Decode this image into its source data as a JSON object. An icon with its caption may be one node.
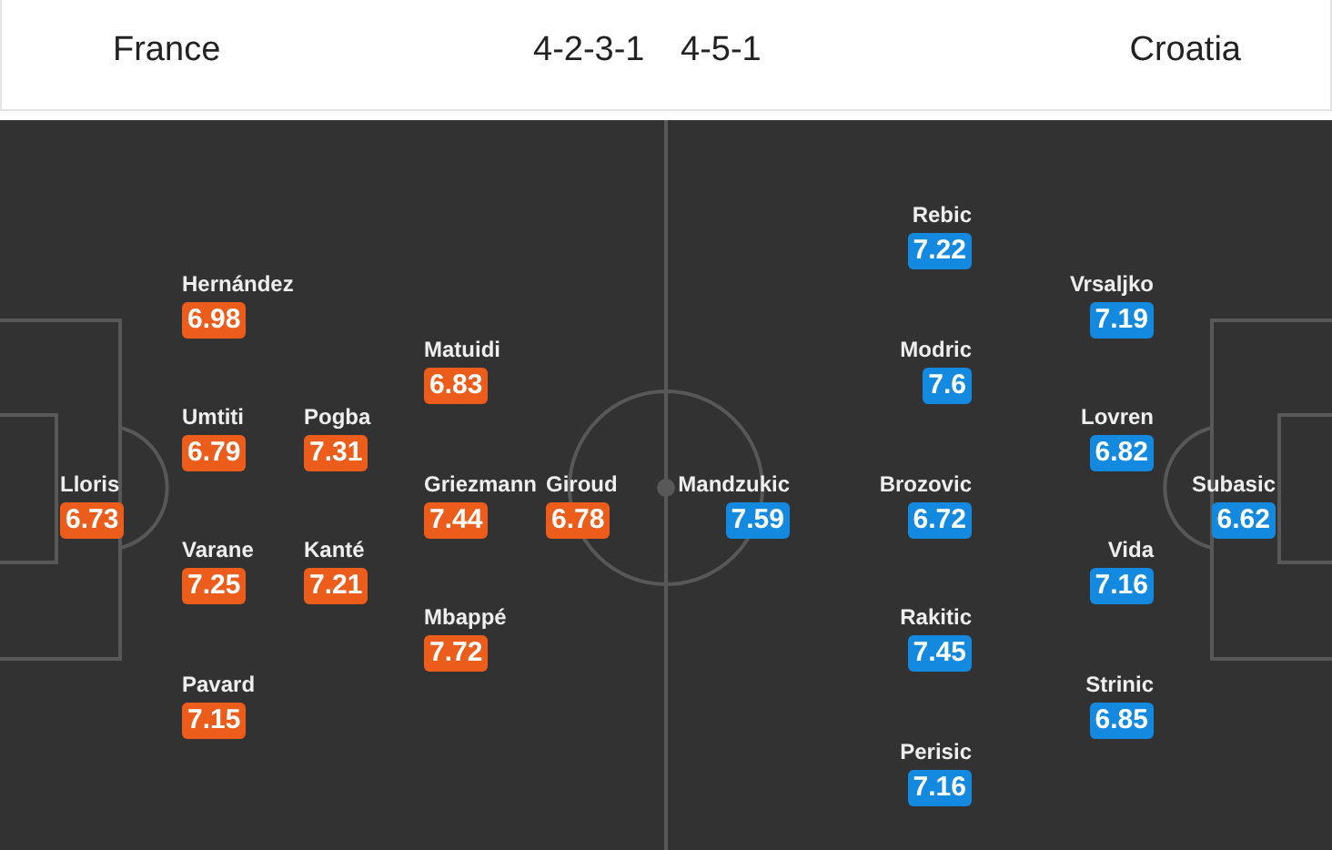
{
  "diagram": {
    "nodes": [
      {
        "text": [
          "Lloris",
          "6.73"
        ]
      },
      {
        "text": [
          "Hernández",
          "6.98"
        ]
      },
      {
        "text": [
          "Umtiti",
          "6.79"
        ]
      },
      {
        "text": [
          "Varane",
          "7.25"
        ]
      },
      {
        "text": [
          "Pavard",
          "7.15"
        ]
      },
      {
        "text": [
          "Pogba",
          "7.31"
        ]
      },
      {
        "text": [
          "Kanté",
          "7.21"
        ]
      },
      {
        "text": [
          "Matuidi",
          "6.83"
        ]
      },
      {
        "text": [
          "Griezmann",
          "7.44"
        ]
      },
      {
        "text": [
          "Mbappé",
          "7.72"
        ]
      },
      {
        "text": [
          "Giroud",
          "6.78"
        ]
      },
      {
        "text": [
          "Mandzukic",
          "7.59"
        ]
      },
      {
        "text": [
          "Rebic",
          "7.22"
        ]
      },
      {
        "text": [
          "Modric",
          "7.6"
        ]
      },
      {
        "text": [
          "Brozovic",
          "6.72"
        ]
      },
      {
        "text": [
          "Rakitic",
          "7.45"
        ]
      },
      {
        "text": [
          "Perisic",
          "7.16"
        ]
      },
      {
        "text": [
          "Vrsaljko",
          "7.19"
        ]
      },
      {
        "text": [
          "Lovren",
          "6.82"
        ]
      },
      {
        "text": [
          "Vida",
          "7.16"
        ]
      },
      {
        "text": [
          "Strinic",
          "6.85"
        ]
      },
      {
        "text": [
          "Subasic",
          "6.62"
        ]
      }
    ],
    "labels": [
      "France",
      "4-2-3-1",
      "4-5-1",
      "Croatia"
    ]
  }
}
